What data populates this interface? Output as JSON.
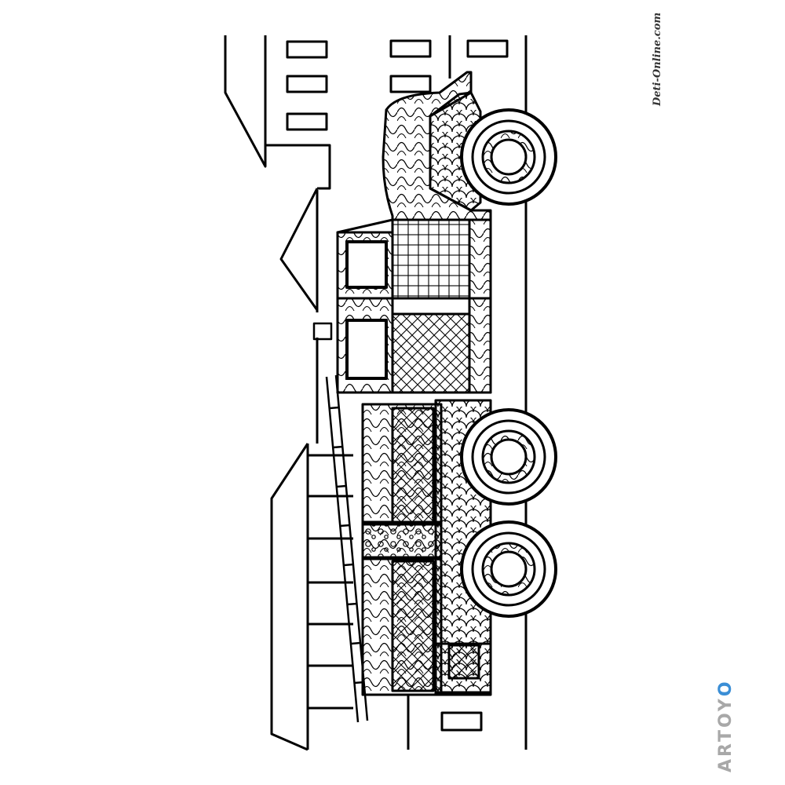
{
  "artwork": {
    "subject": "fire-truck-coloring-page",
    "orientation": "rotated-90",
    "colors": {
      "line": "#000000",
      "background": "#ffffff"
    }
  },
  "watermarks": {
    "site_logo_text": "Deti-Online.com",
    "brand_text": "ARTOY",
    "brand_accent_letter": "O",
    "brand_accent_color": "#3a8ed6"
  }
}
